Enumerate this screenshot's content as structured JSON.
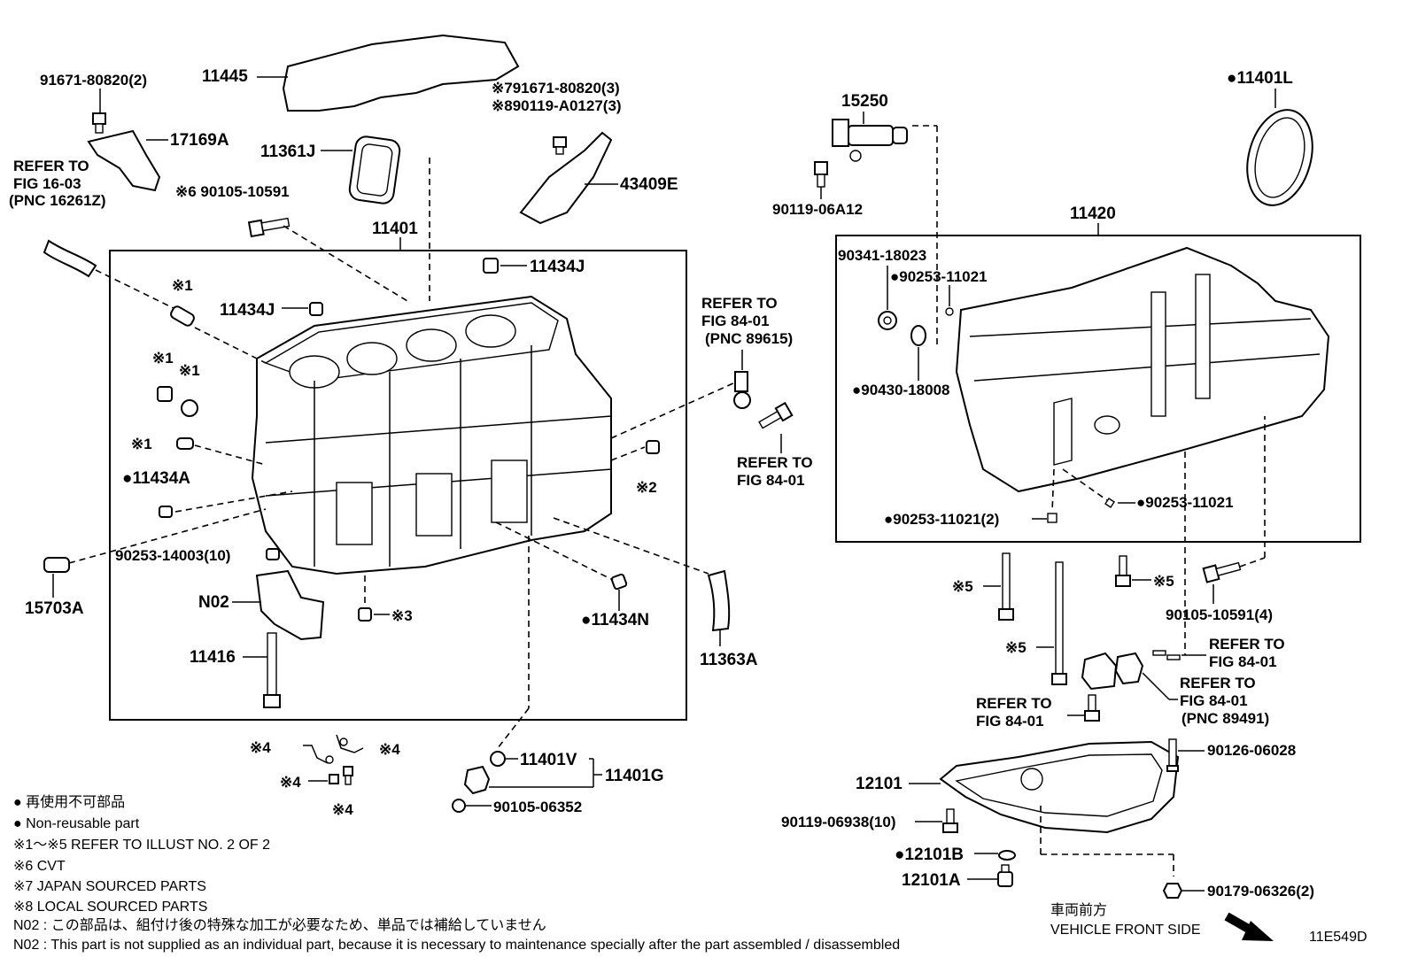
{
  "labels": {
    "p91671_80820_2": "91671-80820(2)",
    "p11445": "11445",
    "p91671_80820_3": "※791671-80820(3)",
    "p90119_A0127_3": "※890119-A0127(3)",
    "p17169A": "17169A",
    "p11361J": "11361J",
    "p43409E": "43409E",
    "refer_fig_16_03": [
      "REFER TO",
      "FIG 16-03",
      "(PNC 16261Z)"
    ],
    "p90105_10591_cvt": "※6 90105-10591",
    "p11401": "11401",
    "p11434J_top": "11434J",
    "p11434J_mid": "11434J",
    "n1_a": "※1",
    "n1_b": "※1",
    "n1_c": "※1",
    "n1_d": "※1",
    "p11434A": "●11434A",
    "p90253_14003_10": "90253-14003(10)",
    "p15703A": "15703A",
    "pN02": "N02",
    "n3": "※3",
    "p11416": "11416",
    "p11434N": "●11434N",
    "n2": "※2",
    "refer_fig_84_01_pnc89615": [
      "REFER TO",
      "FIG 84-01",
      "(PNC 89615)"
    ],
    "refer_fig_84_01_a": [
      "REFER TO",
      "FIG 84-01"
    ],
    "p11363A": "11363A",
    "n4_a": "※4",
    "n4_b": "※4",
    "n4_c": "※4",
    "n4_d": "※4",
    "p11401V": "11401V",
    "p11401G": "11401G",
    "p90105_06352": "90105-06352",
    "p15250": "15250",
    "p90119_06A12": "90119-06A12",
    "p11401L": "●11401L",
    "p11420": "11420",
    "p90341_18023": "90341-18023",
    "p90253_11021_a": "●90253-11021",
    "p90430_18008": "●90430-18008",
    "p90253_11021_b": "●90253-11021",
    "p90253_11021_2": "●90253-11021(2)",
    "n5_a": "※5",
    "n5_b": "※5",
    "n5_c": "※5",
    "p90105_10591_4": "90105-10591(4)",
    "refer_fig_84_01_b": [
      "REFER TO",
      "FIG 84-01"
    ],
    "refer_fig_84_01_pnc89491": [
      "REFER TO",
      "FIG 84-01",
      "(PNC 89491)"
    ],
    "refer_fig_84_01_c": [
      "REFER TO",
      "FIG 84-01"
    ],
    "p90126_06028": "90126-06028",
    "p12101": "12101",
    "p90119_06938_10": "90119-06938(10)",
    "p12101B": "●12101B",
    "p12101A": "12101A",
    "p90179_06326_2": "90179-06326(2)",
    "vehicle_front": [
      "車両前方",
      "VEHICLE FRONT SIDE"
    ],
    "figure_id": "11E549D"
  },
  "legend": [
    "● 再使用不可部品",
    "● Non-reusable part",
    "※1〜※5  REFER TO ILLUST NO. 2 OF 2",
    "※6  CVT",
    "※7 JAPAN SOURCED PARTS",
    "※8 LOCAL SOURCED PARTS",
    "N02 : この部品は、組付け後の特殊な加工が必要なため、単品では補給していません",
    "N02 : This part is not supplied as an individual part, because it is necessary to maintenance specially after the part assembled / disassembled"
  ],
  "icons": [
    "bolt-icon",
    "dowel-pin-icon",
    "gasket-ring-icon",
    "sensor-icon",
    "arrow-icon"
  ]
}
